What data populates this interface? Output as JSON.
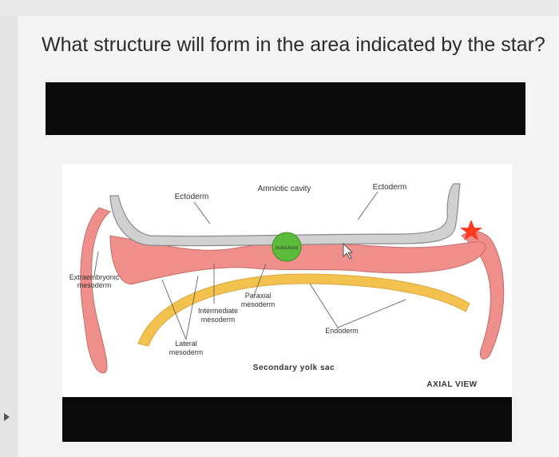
{
  "question": "What structure will form in the area indicated by the star?",
  "diagram": {
    "labels": {
      "amniotic_cavity": "Amniotic cavity",
      "ectoderm_left": "Ectoderm",
      "ectoderm_right": "Ectoderm",
      "notochord": "Notochord",
      "extraembryonic_line1": "Extraembryonic",
      "extraembryonic_line2": "mesoderm",
      "paraxial_line1": "Paraxial",
      "paraxial_line2": "mesoderm",
      "intermediate_line1": "Intermediate",
      "intermediate_line2": "mesoderm",
      "lateral_line1": "Lateral",
      "lateral_line2": "mesoderm",
      "endoderm": "Endoderm",
      "secondary_yolk_sac": "Secondary yolk sac",
      "axial_view": "AXIAL VIEW"
    },
    "colors": {
      "mesoderm": "#ef8f8c",
      "endoderm": "#f2c14e",
      "notochord": "#5dbb3c",
      "star": "#ff3b1f",
      "ectoderm": "#bdbdbd"
    },
    "icons": [
      "star-icon",
      "cursor-arrow-icon"
    ]
  }
}
